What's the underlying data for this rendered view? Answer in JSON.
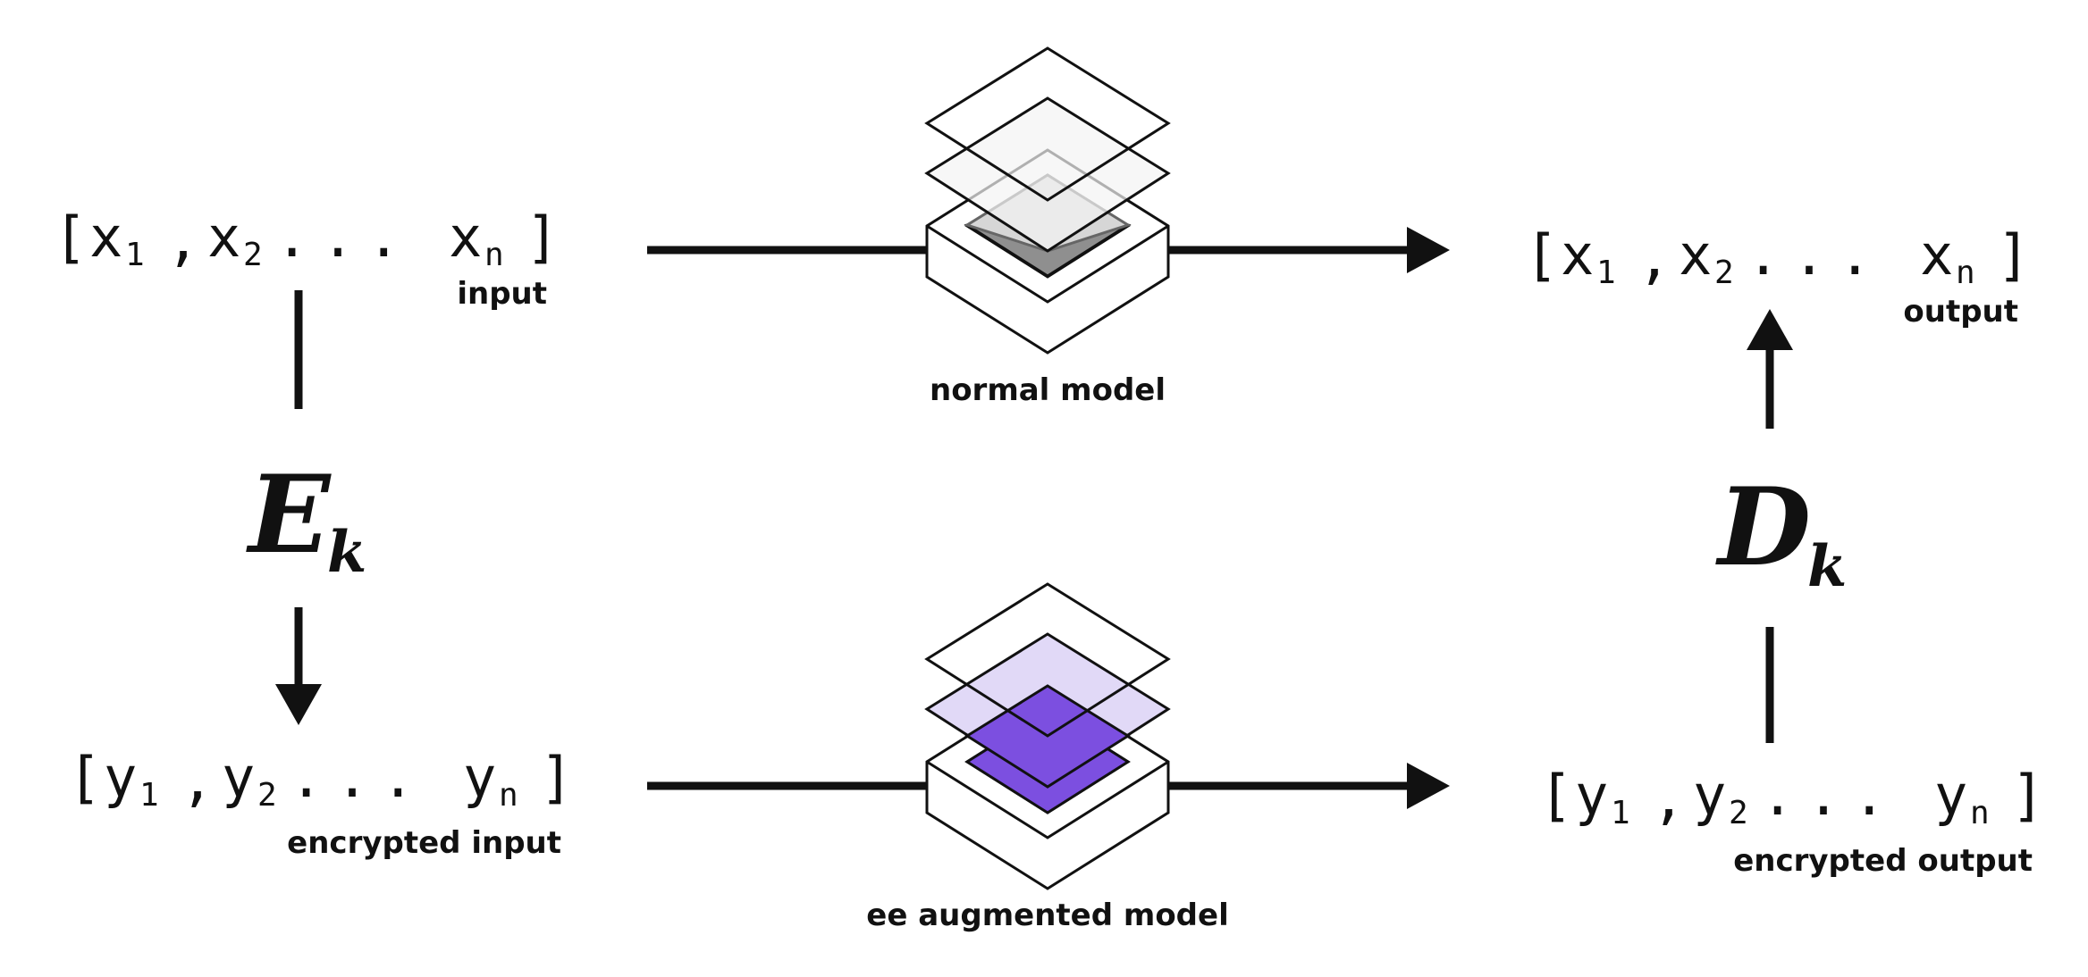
{
  "input_vector": {
    "open": "[",
    "close": "]",
    "v1": "x",
    "s1": "1",
    "sep": ",",
    "v2": "x",
    "s2": "2",
    "dots": "...",
    "vn": "x",
    "sn": "n",
    "label": "input"
  },
  "output_vector": {
    "open": "[",
    "close": "]",
    "v1": "x",
    "s1": "1",
    "sep": ",",
    "v2": "x",
    "s2": "2",
    "dots": "...",
    "vn": "x",
    "sn": "n",
    "label": "output"
  },
  "encrypted_input_vector": {
    "open": "[",
    "close": "]",
    "v1": "y",
    "s1": "1",
    "sep": ",",
    "v2": "y",
    "s2": "2",
    "dots": "...",
    "vn": "y",
    "sn": "n",
    "label": "encrypted input"
  },
  "encrypted_output_vector": {
    "open": "[",
    "close": "]",
    "v1": "y",
    "s1": "1",
    "sep": ",",
    "v2": "y",
    "s2": "2",
    "dots": "...",
    "vn": "y",
    "sn": "n",
    "label": "encrypted output"
  },
  "encrypt_operator": {
    "symbol": "E",
    "subscript": "k"
  },
  "decrypt_operator": {
    "symbol": "D",
    "subscript": "k"
  },
  "normal_model": {
    "label": "normal model",
    "icon": "layered-model-icon",
    "colors": {
      "core": "#8f8f8f",
      "layer": "#d6d6d6",
      "top_layer": "#f4f4f4"
    }
  },
  "augmented_model": {
    "label": "ee augmented model",
    "icon": "layered-model-icon",
    "colors": {
      "core": "#7c4fe0",
      "layer": "#dcd2f6",
      "top_layer": "#ffffff"
    }
  },
  "colors": {
    "ink": "#111111",
    "background": "#ffffff"
  }
}
